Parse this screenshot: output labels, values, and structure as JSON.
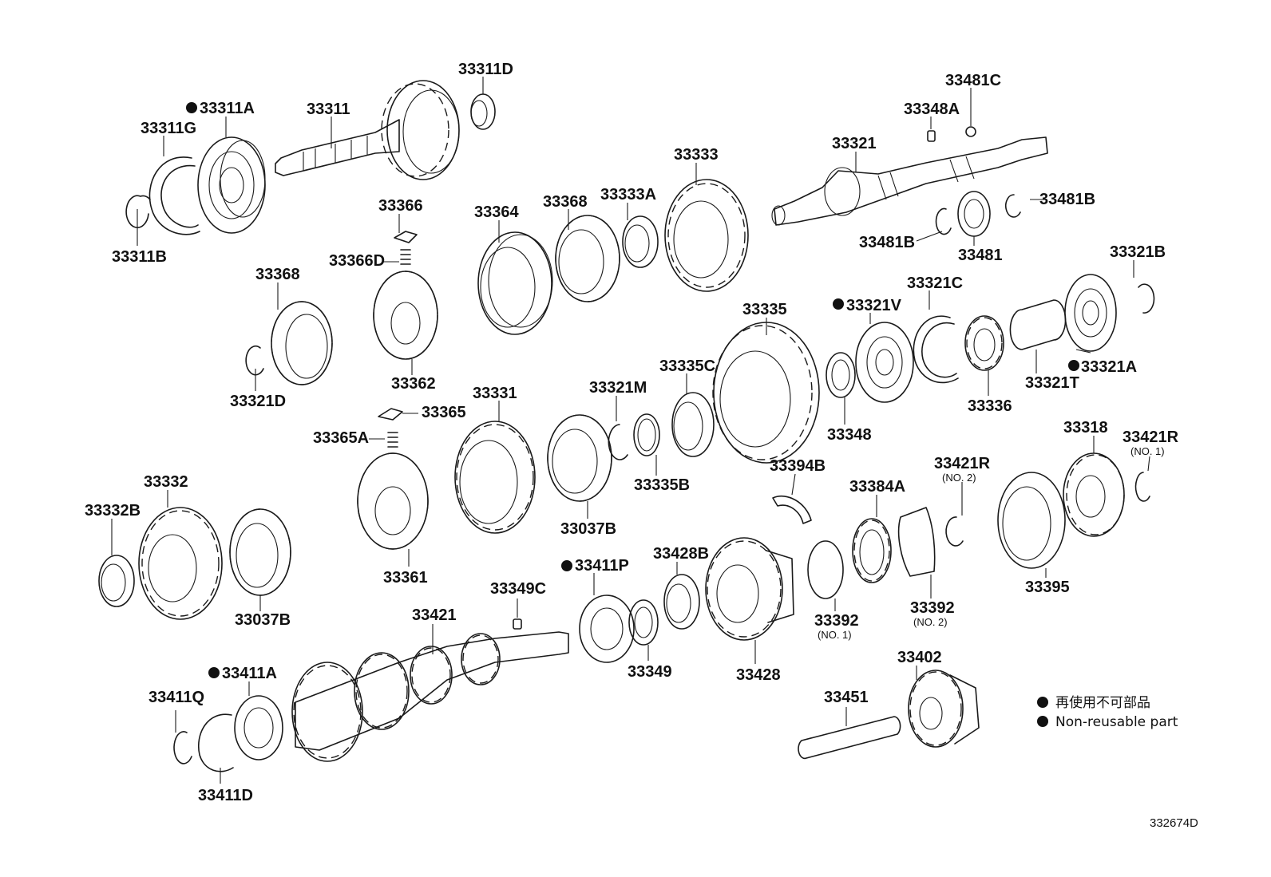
{
  "labels": {
    "p33311D": "33311D",
    "p33311A": "33311A",
    "p33311": "33311",
    "p33311G": "33311G",
    "p33311B": "33311B",
    "p33481C": "33481C",
    "p33348A": "33348A",
    "p33321": "33321",
    "p33481B_r": "33481B",
    "p33481B_l": "33481B",
    "p33481": "33481",
    "p33333": "33333",
    "p33333A": "33333A",
    "p33368_top": "33368",
    "p33364": "33364",
    "p33366": "33366",
    "p33366D": "33366D",
    "p33368_left": "33368",
    "p33362": "33362",
    "p33321D": "33321D",
    "p33321B": "33321B",
    "p33321C": "33321C",
    "p33321V": "33321V",
    "p33335": "33335",
    "p33321A": "33321A",
    "p33321T": "33321T",
    "p33336": "33336",
    "p33348": "33348",
    "p33335C": "33335C",
    "p33321M": "33321M",
    "p33331": "33331",
    "p33365": "33365",
    "p33365A": "33365A",
    "p33335B": "33335B",
    "p33037B_mid": "33037B",
    "p33361": "33361",
    "p33394B": "33394B",
    "p33384A": "33384A",
    "p33421R_no2": "33421R",
    "p33318": "33318",
    "p33421R_no1": "33421R",
    "p33332": "33332",
    "p33332B": "33332B",
    "p33037B_left": "33037B",
    "p33411P": "33411P",
    "p33428B": "33428B",
    "p33349C": "33349C",
    "p33421": "33421",
    "p33349": "33349",
    "p33428": "33428",
    "p33392_no1": "33392",
    "p33392_no2": "33392",
    "p33395": "33395",
    "p33411A": "33411A",
    "p33411Q": "33411Q",
    "p33411D": "33411D",
    "p33451": "33451",
    "p33402": "33402"
  },
  "sublabels": {
    "no1_33421R": "(NO. 1)",
    "no2_33421R": "(NO. 2)",
    "no1_33392": "(NO. 1)",
    "no2_33392": "(NO. 2)"
  },
  "legend": {
    "jp": "再使用不可部品",
    "en": "Non-reusable part"
  },
  "reference": "332674D"
}
